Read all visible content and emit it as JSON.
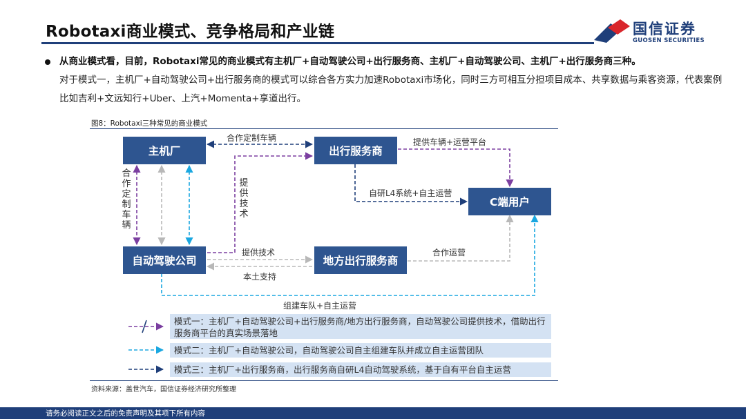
{
  "title": "Robotaxi商业模式、竞争格局和产业链",
  "logo": {
    "cn": "国信证券",
    "en": "GUOSEN SECURITIES"
  },
  "paragraph": {
    "lead": "从商业模式看，目前，Robotaxi常见的商业模式有主机厂+自动驾驶公司+出行服务商、主机厂+自动驾驶公司、主机厂+出行服务商三种。",
    "body": "对于模式一，主机厂+自动驾驶公司+出行服务商的模式可以综合各方实力加速Robotaxi市场化，同时三方可相互分担项目成本、共享数据与乘客资源，代表案例比如吉利+文远知行+Uber、上汽+Momenta+享道出行。"
  },
  "figure": {
    "title": "图8：Robotaxi三种常见的商业模式",
    "nodes": {
      "oem": "主机厂",
      "mobility": "出行服务商",
      "cuser": "C端用户",
      "adcompany": "自动驾驶公司",
      "localmobility": "地方出行服务商"
    },
    "edge_labels": {
      "coop_vehicle_top": "合作定制车辆",
      "provide_vehicle_platform": "提供车辆+运营平台",
      "self_l4": "自研L4系统+自主运营",
      "coop_vehicle_side": "合作定制车辆",
      "provide_tech_vertical": "提供技术",
      "provide_tech": "提供技术",
      "local_support": "本土支持",
      "coop_operation": "合作运营",
      "fleet": "组建车队+自主运营"
    },
    "legend": [
      {
        "text": "模式一：主机厂+自动驾驶公司+出行服务商/地方出行服务商，自动驾驶公司提供技术，借助出行服务商平台的真实场景落地",
        "color": "#7b3fa0"
      },
      {
        "text": "模式二：主机厂+自动驾驶公司，自动驾驶公司自主组建车队并成立自主运营团队",
        "color": "#1aa7e0"
      },
      {
        "text": "模式三：主机厂+出行服务商，出行服务商自研L4自动驾驶系统，基于自有平台自主运营",
        "color": "#1f3f7a"
      }
    ],
    "source": "资料来源：盖世汽车，国信证券经济研究所整理"
  },
  "colors": {
    "brand": "#1f3f7a",
    "box": "#2e5590",
    "purple": "#7b3fa0",
    "cyan": "#1aa7e0",
    "gray": "#b8b8b8",
    "red": "#d9262c"
  },
  "footer": "请务必阅读正文之后的免责声明及其项下所有内容"
}
